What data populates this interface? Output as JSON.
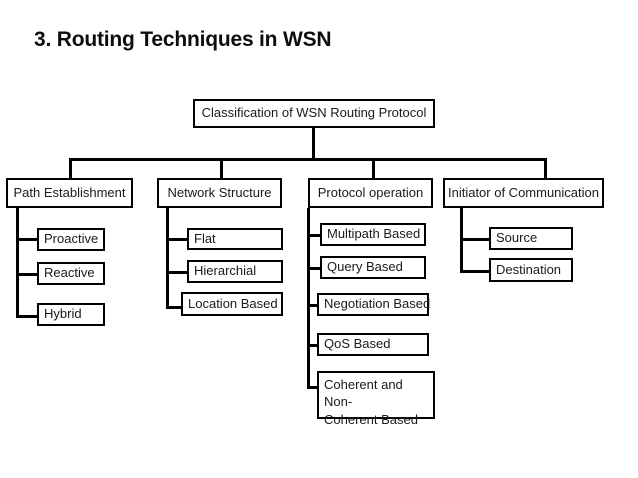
{
  "slide": {
    "title": "3. Routing Techniques in WSN",
    "background_color": "#ffffff",
    "line_color": "#000000",
    "text_color": "#1a1a1a"
  },
  "diagram": {
    "type": "tree",
    "root": {
      "label": "Classification of WSN Routing Protocol"
    },
    "branches": [
      {
        "label": "Path Establishment",
        "children": [
          {
            "label": "Proactive"
          },
          {
            "label": "Reactive"
          },
          {
            "label": "Hybrid"
          }
        ]
      },
      {
        "label": "Network Structure",
        "children": [
          {
            "label": "Flat"
          },
          {
            "label": "Hierarchial"
          },
          {
            "label": "Location Based"
          }
        ]
      },
      {
        "label": "Protocol operation",
        "children": [
          {
            "label": "Multipath Based"
          },
          {
            "label": "Query Based"
          },
          {
            "label": "Negotiation Based"
          },
          {
            "label": "QoS Based"
          },
          {
            "label": "Coherent and Non-",
            "label2": "Coherent Based"
          }
        ]
      },
      {
        "label": "Initiator of Communication",
        "children": [
          {
            "label": "Source"
          },
          {
            "label": "Destination"
          }
        ]
      }
    ]
  }
}
